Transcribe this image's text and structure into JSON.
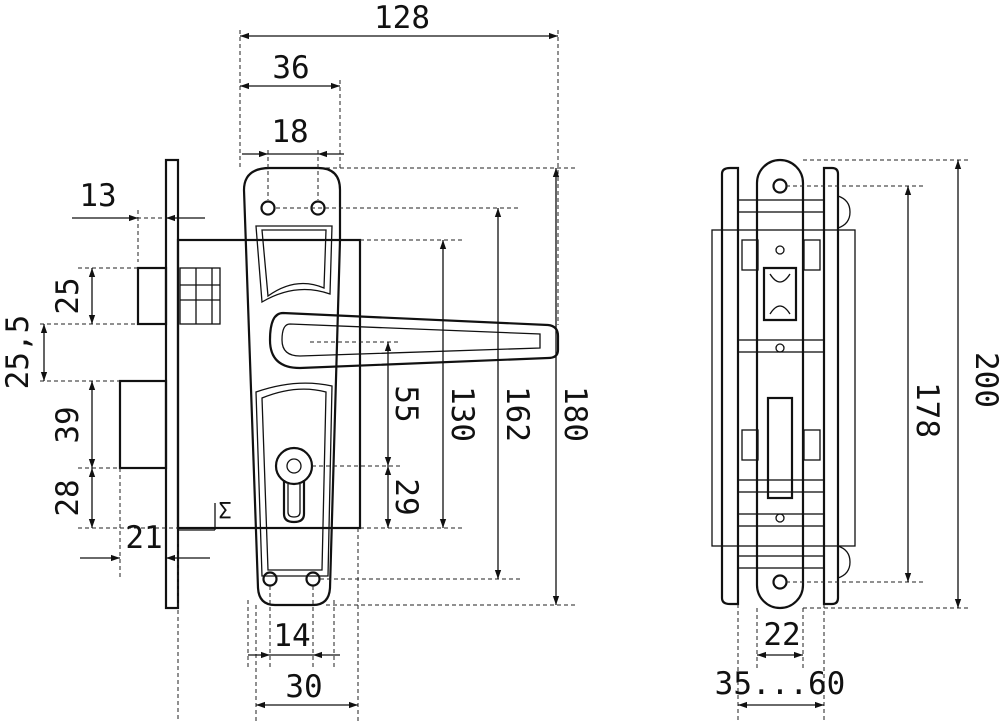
{
  "drawing": {
    "front_view": {
      "width_total": "128",
      "width_36": "36",
      "hole_spacing_top": "18",
      "backset": "13",
      "latch_height": "25",
      "latch_offset": "25,5",
      "deadbolt_height": "39",
      "deadbolt_offset": "28",
      "faceplate_offset": "21",
      "height_55": "55",
      "height_130": "130",
      "height_162": "162",
      "height_180": "180",
      "height_29": "29",
      "cylinder_mark": "Σ",
      "hole_spacing_bottom": "14",
      "plate_width": "30"
    },
    "side_view": {
      "height_200": "200",
      "height_178": "178",
      "bar_width": "22",
      "door_thickness": "35...60"
    }
  }
}
